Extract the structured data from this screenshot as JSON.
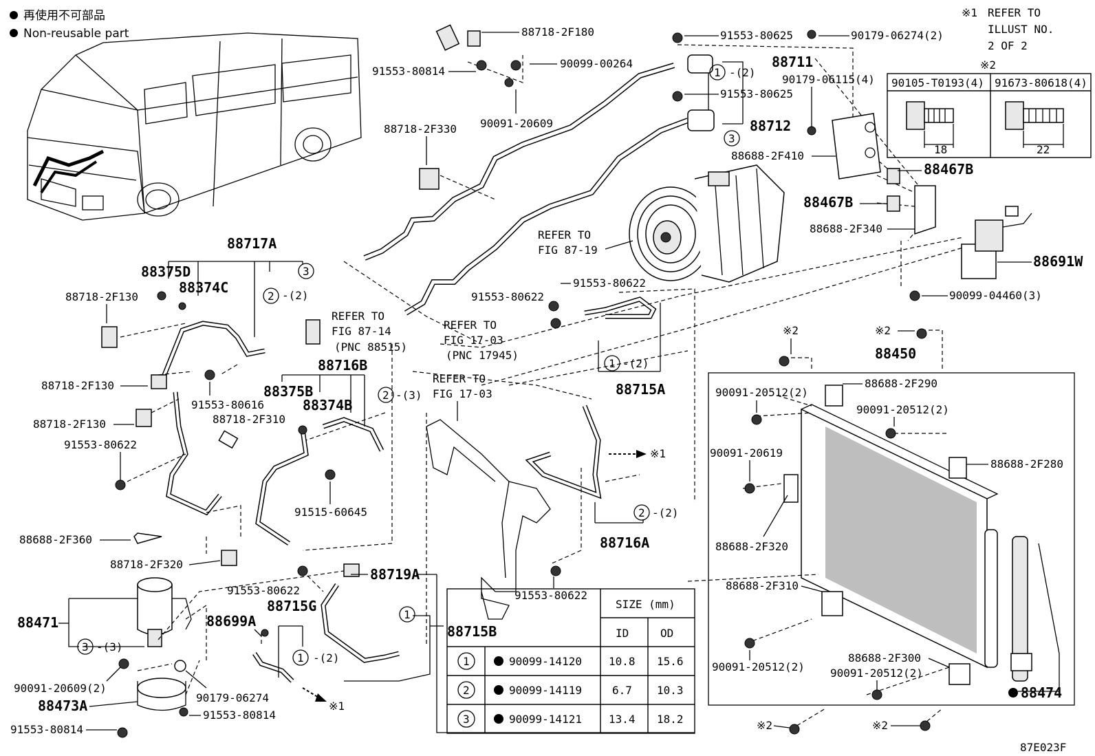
{
  "legend": {
    "line_jp": "再使用不可部品",
    "line_en": "Non-reusable part"
  },
  "notes": {
    "ref1_mark": "※1",
    "ref1_text_1": "REFER TO",
    "ref1_text_2": "ILLUST NO.",
    "ref1_text_3": "2 OF 2",
    "ref2_mark": "※2",
    "ref2_left_part": "90105-T0193(4)",
    "ref2_left_dim": "18",
    "ref2_right_part": "91673-80618(4)",
    "ref2_right_dim": "22"
  },
  "labels": {
    "p88718_2F180": "88718-2F180",
    "p91553_80814_top": "91553-80814",
    "p90099_00264": "90099-00264",
    "p90091_20609": "90091-20609",
    "p88718_2F330": "88718-2F330",
    "p91553_80625_a": "91553-80625",
    "p90179_06274_2": "90179-06274(2)",
    "p88711": "88711",
    "p88711_o": "-(2)",
    "p90179_06115": "90179-06115(4)",
    "p91553_80625_b": "91553-80625",
    "p88712": "88712",
    "p88688_2F410": "88688-2F410",
    "p88467B_a": "88467B",
    "p88467B_b": "88467B",
    "p88688_2F340": "88688-2F340",
    "p88691W": "88691W",
    "p90099_04460": "90099-04460(3)",
    "ref_87_19_1": "REFER TO",
    "ref_87_19_2": "FIG 87-19",
    "p91553_80622_a": "91553-80622",
    "p91553_80622_b": "91553-80622",
    "p88715A": "88715A",
    "p88715A_o": "-(2)",
    "p88717A": "88717A",
    "p88375D": "88375D",
    "p88374C": "88374C",
    "p88717A_o": "-(2)",
    "p88718_2F130_a": "88718-2F130",
    "p88718_2F130_b": "88718-2F130",
    "p88718_2F130_c": "88718-2F130",
    "ref_87_14_1": "REFER TO",
    "ref_87_14_2": "FIG 87-14",
    "ref_87_14_3": "(PNC 88515)",
    "ref_17_03a_1": "REFER TO",
    "ref_17_03a_2": "FIG 17-03",
    "ref_17_03a_3": "(PNC 17945)",
    "ref_17_03b_1": "REFER TO",
    "ref_17_03b_2": "FIG 17-03",
    "p88716B": "88716B",
    "p88375B": "88375B",
    "p88374B": "88374B",
    "p88716B_o": "-(3)",
    "p91553_80616": "91553-80616",
    "p88718_2F310": "88718-2F310",
    "p91553_80622_c": "91553-80622",
    "p91515_60645": "91515-60645",
    "p88688_2F360": "88688-2F360",
    "p88718_2F320": "88718-2F320",
    "p88471": "88471",
    "p88471_o": "-(3)",
    "p91553_80622_d": "91553-80622",
    "p88715G": "88715G",
    "p88715G_o": "-(2)",
    "p88699A": "88699A",
    "p88719A": "88719A",
    "p88715B": "88715B",
    "p90091_20609_2": "90091-20609(2)",
    "p88473A": "88473A",
    "p90179_06274": "90179-06274",
    "p91553_80814_b": "91553-80814",
    "p91553_80814_c": "91553-80814",
    "ref1_arrow_a": "※1",
    "ref1_arrow_b": "※1",
    "p88716A": "88716A",
    "p88716A_o": "-(2)",
    "p91553_80622_e": "91553-80622",
    "p88450": "88450",
    "ref2_a": "※2",
    "ref2_b": "※2",
    "ref2_c": "※2",
    "ref2_d": "※2",
    "p88688_2F290": "88688-2F290",
    "p90091_20512_a": "90091-20512(2)",
    "p90091_20512_b": "90091-20512(2)",
    "p90091_20619": "90091-20619",
    "p88688_2F280": "88688-2F280",
    "p88688_2F320": "88688-2F320",
    "p88688_2F310": "88688-2F310",
    "p90091_20512_c": "90091-20512(2)",
    "p88688_2F300": "88688-2F300",
    "p90091_20512_d": "90091-20512(2)",
    "p88474": "88474",
    "fig_code": "87E023F"
  },
  "size_table": {
    "title": "SIZE (mm)",
    "col_id": "ID",
    "col_od": "OD",
    "rows": [
      {
        "num": "1",
        "part": "90099-14120",
        "id": "10.8",
        "od": "15.6"
      },
      {
        "num": "2",
        "part": "90099-14119",
        "id": "6.7",
        "od": "10.3"
      },
      {
        "num": "3",
        "part": "90099-14121",
        "id": "13.4",
        "od": "18.2"
      }
    ]
  },
  "callouts": {
    "c1": "1",
    "c2": "2",
    "c3": "3"
  }
}
